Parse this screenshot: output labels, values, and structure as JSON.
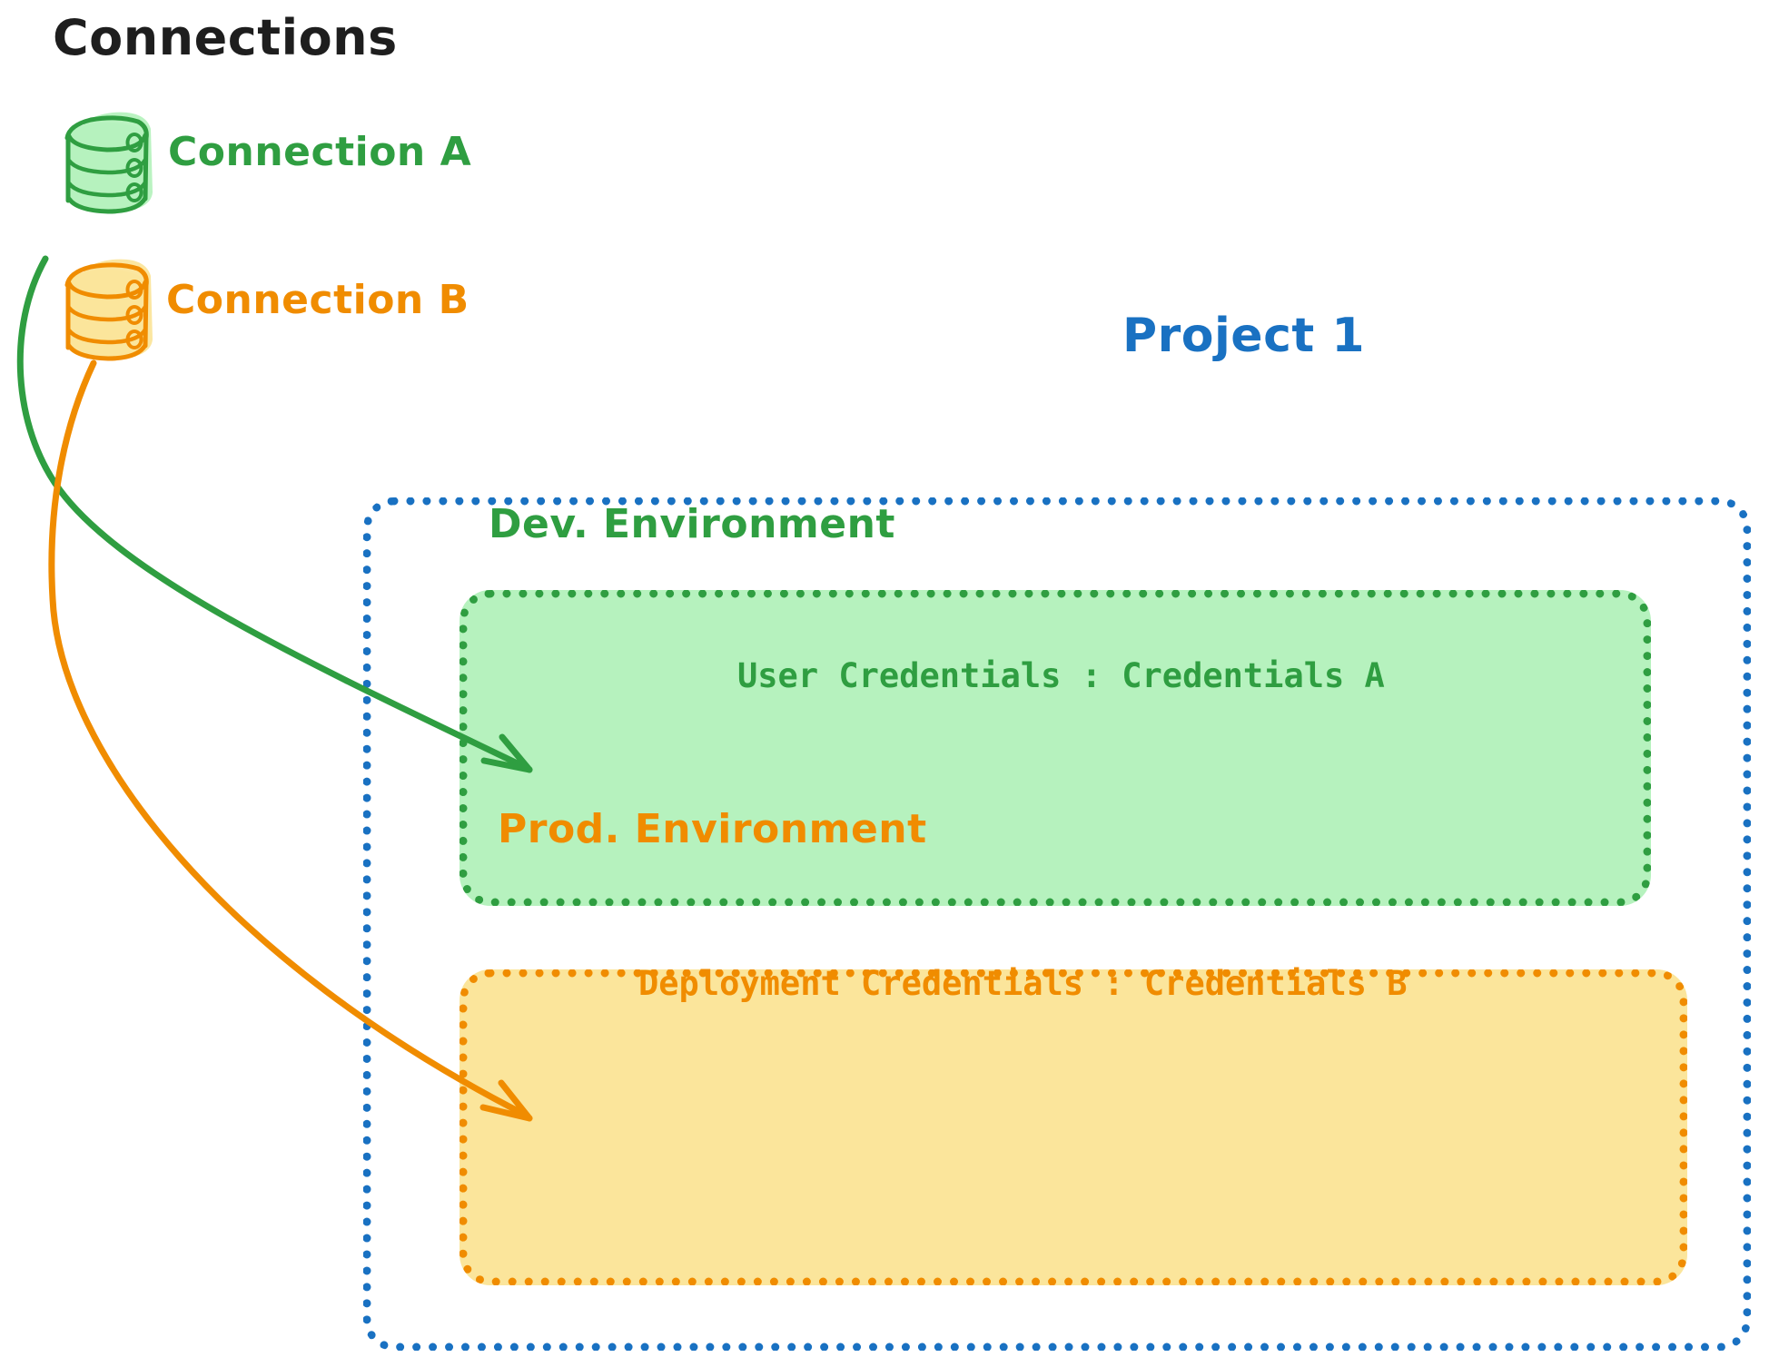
{
  "diagram": {
    "title": "Connections",
    "connections": [
      {
        "id": "a",
        "label": "Connection A",
        "color": "#2f9e41",
        "icon": "database-icon"
      },
      {
        "id": "b",
        "label": "Connection B",
        "color": "#f08c00",
        "icon": "database-icon"
      }
    ],
    "project": {
      "label": "Project 1",
      "color": "#1971c2",
      "environments": [
        {
          "id": "dev",
          "label": "Dev. Environment",
          "credentials": "User Credentials : Credentials A",
          "color": "#2f9e41",
          "fill": "#b6f2be"
        },
        {
          "id": "prod",
          "label": "Prod. Environment",
          "credentials": "Deployment Credentials : Credentials B",
          "color": "#f08c00",
          "fill": "#fbe59b"
        }
      ]
    },
    "arrows": [
      {
        "id": "a-to-dev",
        "from": "Connection A",
        "to": "Dev. Environment",
        "color": "#2f9e41"
      },
      {
        "id": "b-to-prod",
        "from": "Connection B",
        "to": "Prod. Environment",
        "color": "#f08c00"
      }
    ]
  }
}
